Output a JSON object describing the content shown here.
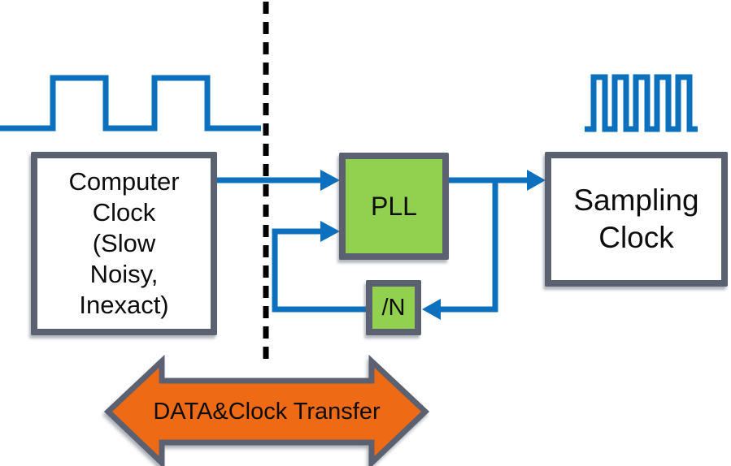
{
  "diagram": {
    "description": "PLL-based sampling clock generation block diagram",
    "nodes": {
      "computer_clock": {
        "lines": [
          "Computer",
          "Clock",
          "(Slow",
          "Noisy,",
          "Inexact)"
        ],
        "full_label": "Computer Clock (Slow Noisy, Inexact)"
      },
      "pll": {
        "label": "PLL"
      },
      "divide_by_n": {
        "label": "/N"
      },
      "sampling_clock": {
        "lines": [
          "Sampling",
          "Clock"
        ],
        "full_label": "Sampling Clock"
      }
    },
    "transfer_arrow": {
      "label": "DATA&Clock Transfer"
    },
    "icons": {
      "slow_clock_waveform": "slow square-wave clock pulses",
      "fast_clock_waveform": "fast square-wave clock pulses",
      "domain_divider": "vertical dashed separator line"
    },
    "colors": {
      "connector_blue": "#0c70be",
      "node_green": "#92d050",
      "border_gray": "#5b6170",
      "transfer_orange": "#ef6a14",
      "dashed_black": "#000000",
      "text_black": "#0d0d0d",
      "background_white": "#ffffff"
    }
  }
}
